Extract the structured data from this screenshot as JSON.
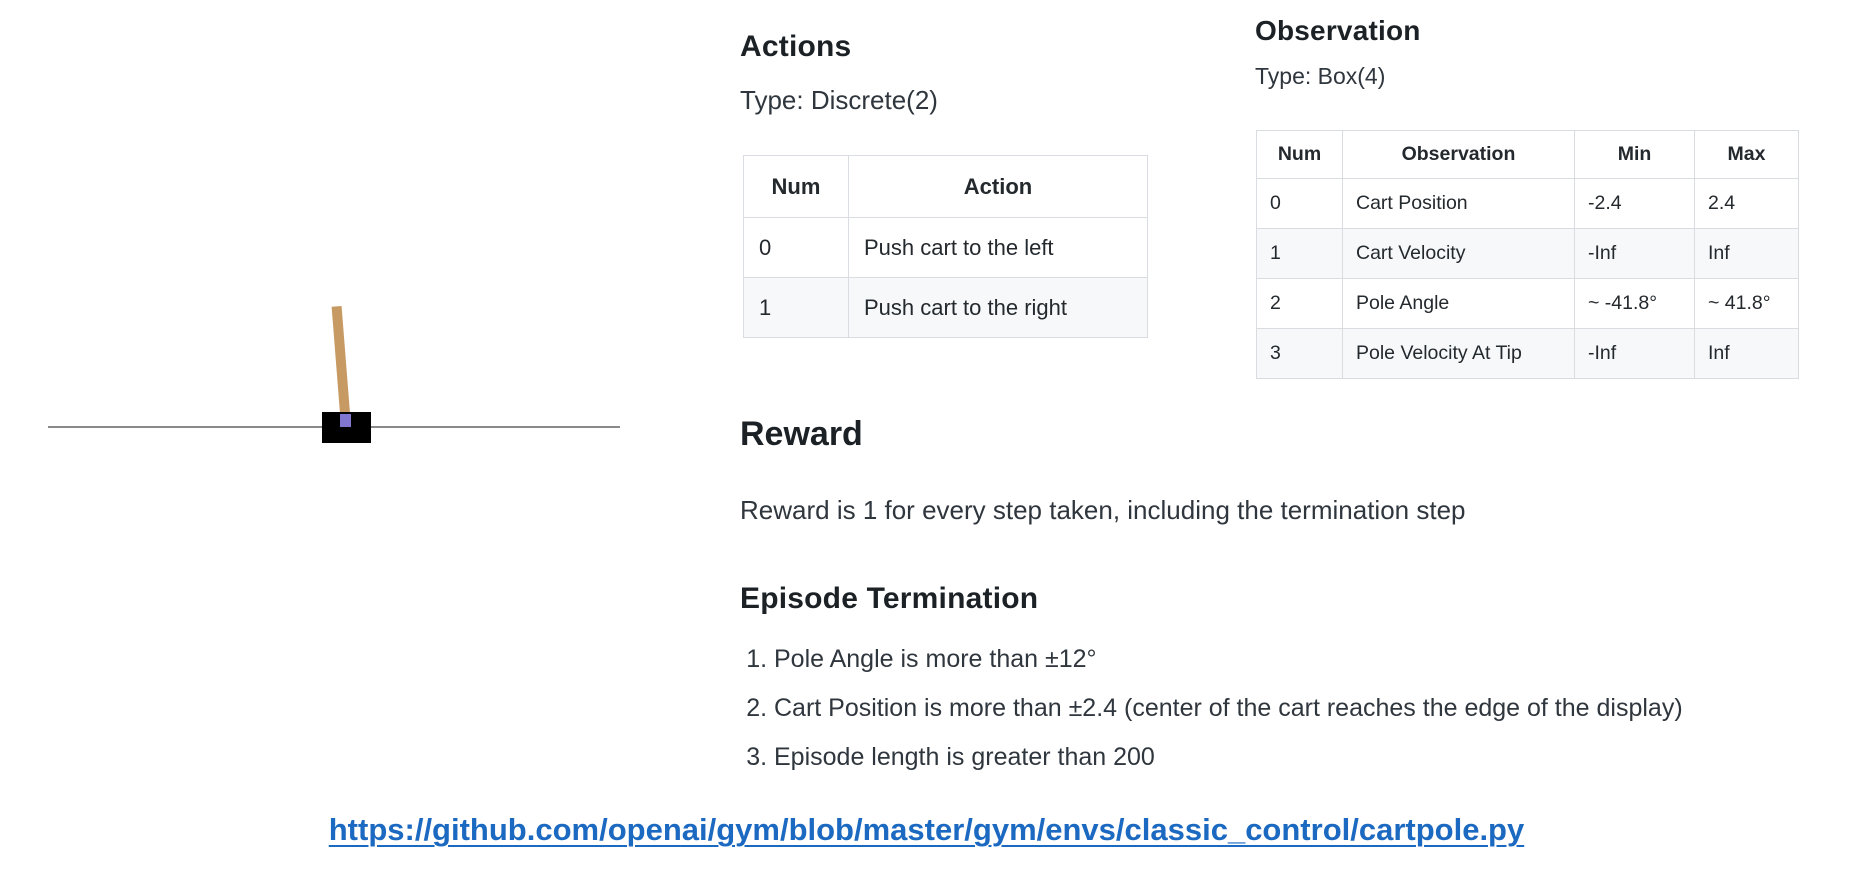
{
  "cartpole": {
    "track_color": "#8a8a8a",
    "cart_color": "#000000",
    "pole_color": "#c89a63",
    "axle_color": "#8076d0"
  },
  "actions": {
    "heading": "Actions",
    "type_label": "Type: Discrete(2)",
    "table": {
      "headers": [
        "Num",
        "Action"
      ],
      "rows": [
        [
          "0",
          "Push cart to the left"
        ],
        [
          "1",
          "Push cart to the right"
        ]
      ]
    }
  },
  "observation": {
    "heading": "Observation",
    "type_label": "Type: Box(4)",
    "table": {
      "headers": [
        "Num",
        "Observation",
        "Min",
        "Max"
      ],
      "rows": [
        [
          "0",
          "Cart Position",
          "-2.4",
          "2.4"
        ],
        [
          "1",
          "Cart Velocity",
          "-Inf",
          "Inf"
        ],
        [
          "2",
          "Pole Angle",
          "~ -41.8°",
          "~ 41.8°"
        ],
        [
          "3",
          "Pole Velocity At Tip",
          "-Inf",
          "Inf"
        ]
      ]
    }
  },
  "reward": {
    "heading": "Reward",
    "text": "Reward is 1 for every step taken, including the termination step"
  },
  "episode_termination": {
    "heading": "Episode Termination",
    "items": [
      "Pole Angle is more than ±12°",
      "Cart Position is more than ±2.4 (center of the cart reaches the edge of the display)",
      "Episode length is greater than 200"
    ]
  },
  "source_link": {
    "url": "https://github.com/openai/gym/blob/master/gym/envs/classic_control/cartpole.py",
    "color": "#1b69c0"
  }
}
